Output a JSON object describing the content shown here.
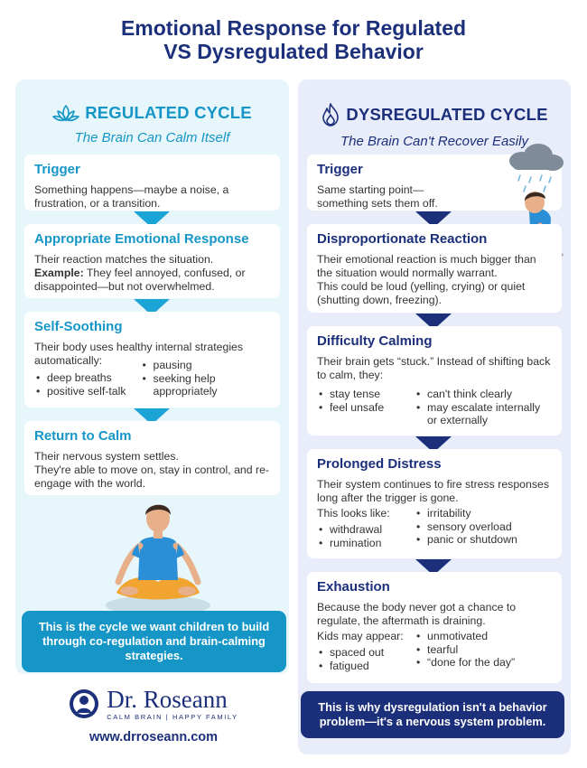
{
  "title": {
    "line1": "Emotional Response for Regulated",
    "line2": "VS Dysregulated Behavior"
  },
  "regulated": {
    "title": "REGULATED CYCLE",
    "subtitle": "The Brain Can Calm Itself",
    "icon": "lotus-icon",
    "trigger": {
      "heading": "Trigger",
      "text": "Something happens—maybe a noise, a frustration, or a transition."
    },
    "response": {
      "heading": "Appropriate Emotional Response",
      "text": "Their reaction matches the situation.",
      "example_label": "Example:",
      "example_text": " They feel annoyed, confused, or disappointed—but not overwhelmed."
    },
    "soothing": {
      "heading": "Self-Soothing",
      "text": "Their body uses healthy internal strategies automatically:",
      "col1": [
        "deep breaths",
        "positive self-talk"
      ],
      "col2": [
        "pausing",
        "seeking help appropriately"
      ]
    },
    "calm": {
      "heading": "Return to Calm",
      "text1": "Their nervous system settles.",
      "text2": "They're able to move on, stay in control, and re-engage with the world."
    },
    "cta": "This is the cycle we want children to build through co-regulation and brain-calming strategies."
  },
  "dysregulated": {
    "title": "DYSREGULATED CYCLE",
    "subtitle": "The Brain Can't Recover Easily",
    "icon": "flame-icon",
    "trigger": {
      "heading": "Trigger",
      "text": "Same starting point—something sets them off."
    },
    "reaction": {
      "heading": "Disproportionate Reaction",
      "text1": "Their emotional reaction is much bigger than the situation would normally warrant.",
      "text2": "This could be loud (yelling, crying) or quiet (shutting down, freezing)."
    },
    "calming": {
      "heading": "Difficulty Calming",
      "text": "Their brain gets “stuck.” Instead of shifting back to calm, they:",
      "col1": [
        "stay tense",
        "feel unsafe"
      ],
      "col2": [
        "can't think clearly",
        "may escalate internally or externally"
      ]
    },
    "distress": {
      "heading": "Prolonged Distress",
      "text": "Their system continues to fire stress responses long after the trigger is gone.",
      "lead": "This looks like:",
      "col1": [
        "withdrawal",
        "rumination"
      ],
      "col2": [
        "irritability",
        "sensory overload",
        "panic or shutdown"
      ]
    },
    "exhaustion": {
      "heading": "Exhaustion",
      "text": "Because the body never got a chance to regulate, the aftermath is draining.",
      "lead": "Kids may appear:",
      "col1": [
        "spaced out",
        "fatigued"
      ],
      "col2": [
        "unmotivated",
        "tearful",
        "“done for the day”"
      ]
    },
    "cta": "This is why dysregulation isn't a behavior problem—it's a nervous system problem."
  },
  "brand": {
    "name": "Dr. Roseann",
    "tagline": "CALM BRAIN | HAPPY FAMILY",
    "url": "www.drroseann.com"
  },
  "colors": {
    "navy": "#1b2f7a",
    "teal": "#1596c7",
    "light_teal_bg": "#e6f6fb",
    "light_navy_bg": "#e9edfa"
  }
}
